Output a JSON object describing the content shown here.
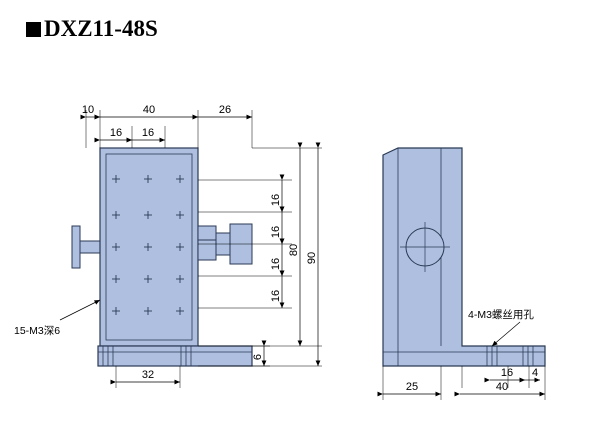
{
  "title": {
    "marker": "square-bullet",
    "text": "DXZ11-48S"
  },
  "colors": {
    "part_fill": "#aebfe0",
    "part_fill_light": "#c3d0e8",
    "part_stroke": "#2a3a55",
    "dim_line": "#000000",
    "background": "#ffffff"
  },
  "left_view": {
    "dimensions": {
      "top_outer_left": "10",
      "top_40": "40",
      "top_26": "26",
      "top_16_a": "16",
      "top_16_b": "16",
      "right_16_a": "16",
      "right_16_b": "16",
      "right_16_c": "16",
      "right_16_d": "16",
      "right_80": "80",
      "right_90": "90",
      "bottom_32": "32",
      "bottom_6": "6"
    },
    "callout": "15-M3深6"
  },
  "right_view": {
    "dimensions": {
      "bottom_25": "25",
      "bottom_40": "40",
      "bottom_16": "16",
      "bottom_4": "4"
    },
    "callout": "4-M3螺丝用孔"
  }
}
